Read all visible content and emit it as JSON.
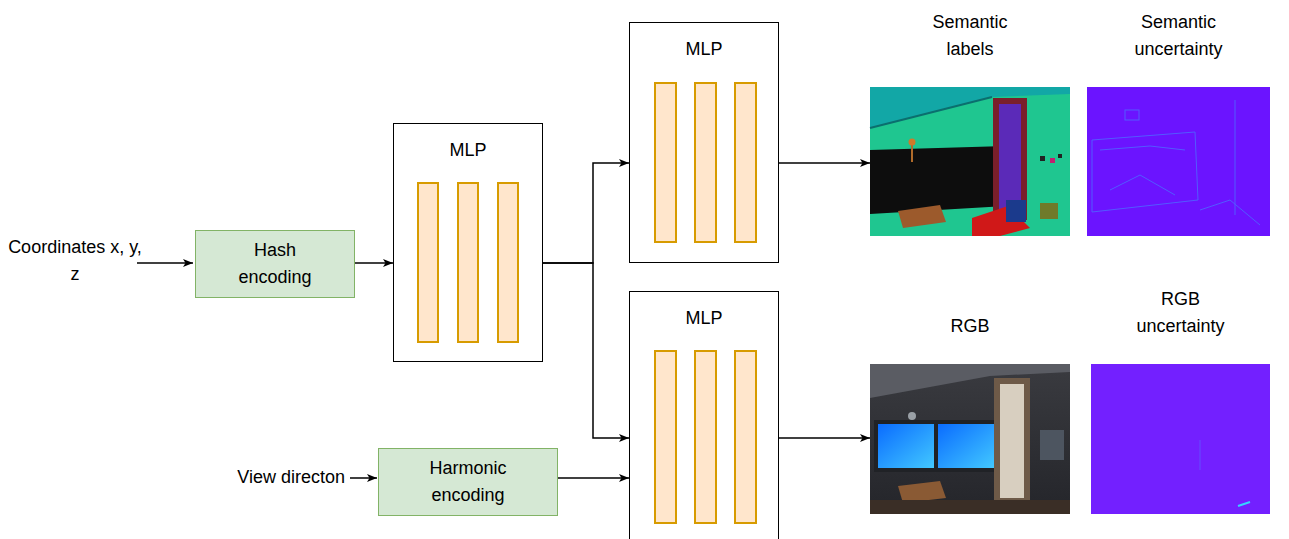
{
  "diagram": {
    "nodes": [
      {
        "text": [
          "Hash encoding"
        ]
      },
      {
        "text": [
          "MLP"
        ]
      },
      {
        "text": [
          "MLP"
        ]
      },
      {
        "text": [
          "Semantic labels"
        ]
      },
      {
        "text": [
          "Semantic uncertainty"
        ]
      },
      {
        "text": [
          "MLP"
        ]
      },
      {
        "text": [
          "RGB"
        ]
      },
      {
        "text": [
          "RGB uncertainty"
        ]
      },
      {
        "text": [
          "Harmonic encoding"
        ]
      }
    ],
    "edges": [
      {
        "from": 0,
        "to": 1,
        "arrow": "to"
      },
      {
        "from": 1,
        "to": 2,
        "arrow": "to"
      },
      {
        "from": 1,
        "to": 5,
        "arrow": "to"
      },
      {
        "from": 8,
        "to": 5,
        "arrow": "to"
      },
      {
        "from": 2,
        "to": 3,
        "arrow": "to"
      },
      {
        "from": 5,
        "to": 6,
        "arrow": "to"
      }
    ],
    "labels": [
      "Coordinates x, y, z",
      "View directon"
    ]
  }
}
